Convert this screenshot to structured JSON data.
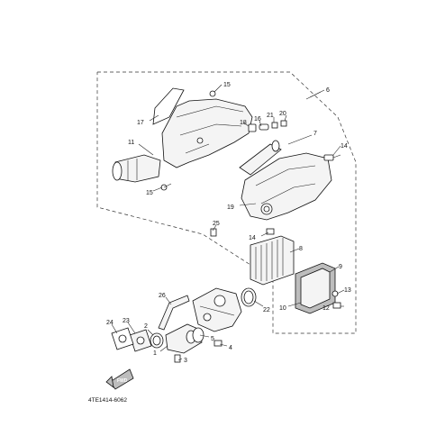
{
  "diagram": {
    "code": "4TE1414-6062",
    "fwd_label": "FWD",
    "callouts": [
      "1",
      "2",
      "3",
      "4",
      "5",
      "6",
      "7",
      "8",
      "9",
      "10",
      "11",
      "12",
      "13",
      "14",
      "14",
      "15",
      "15",
      "16",
      "17",
      "18",
      "19",
      "20",
      "21",
      "22",
      "23",
      "24",
      "25",
      "26"
    ]
  }
}
